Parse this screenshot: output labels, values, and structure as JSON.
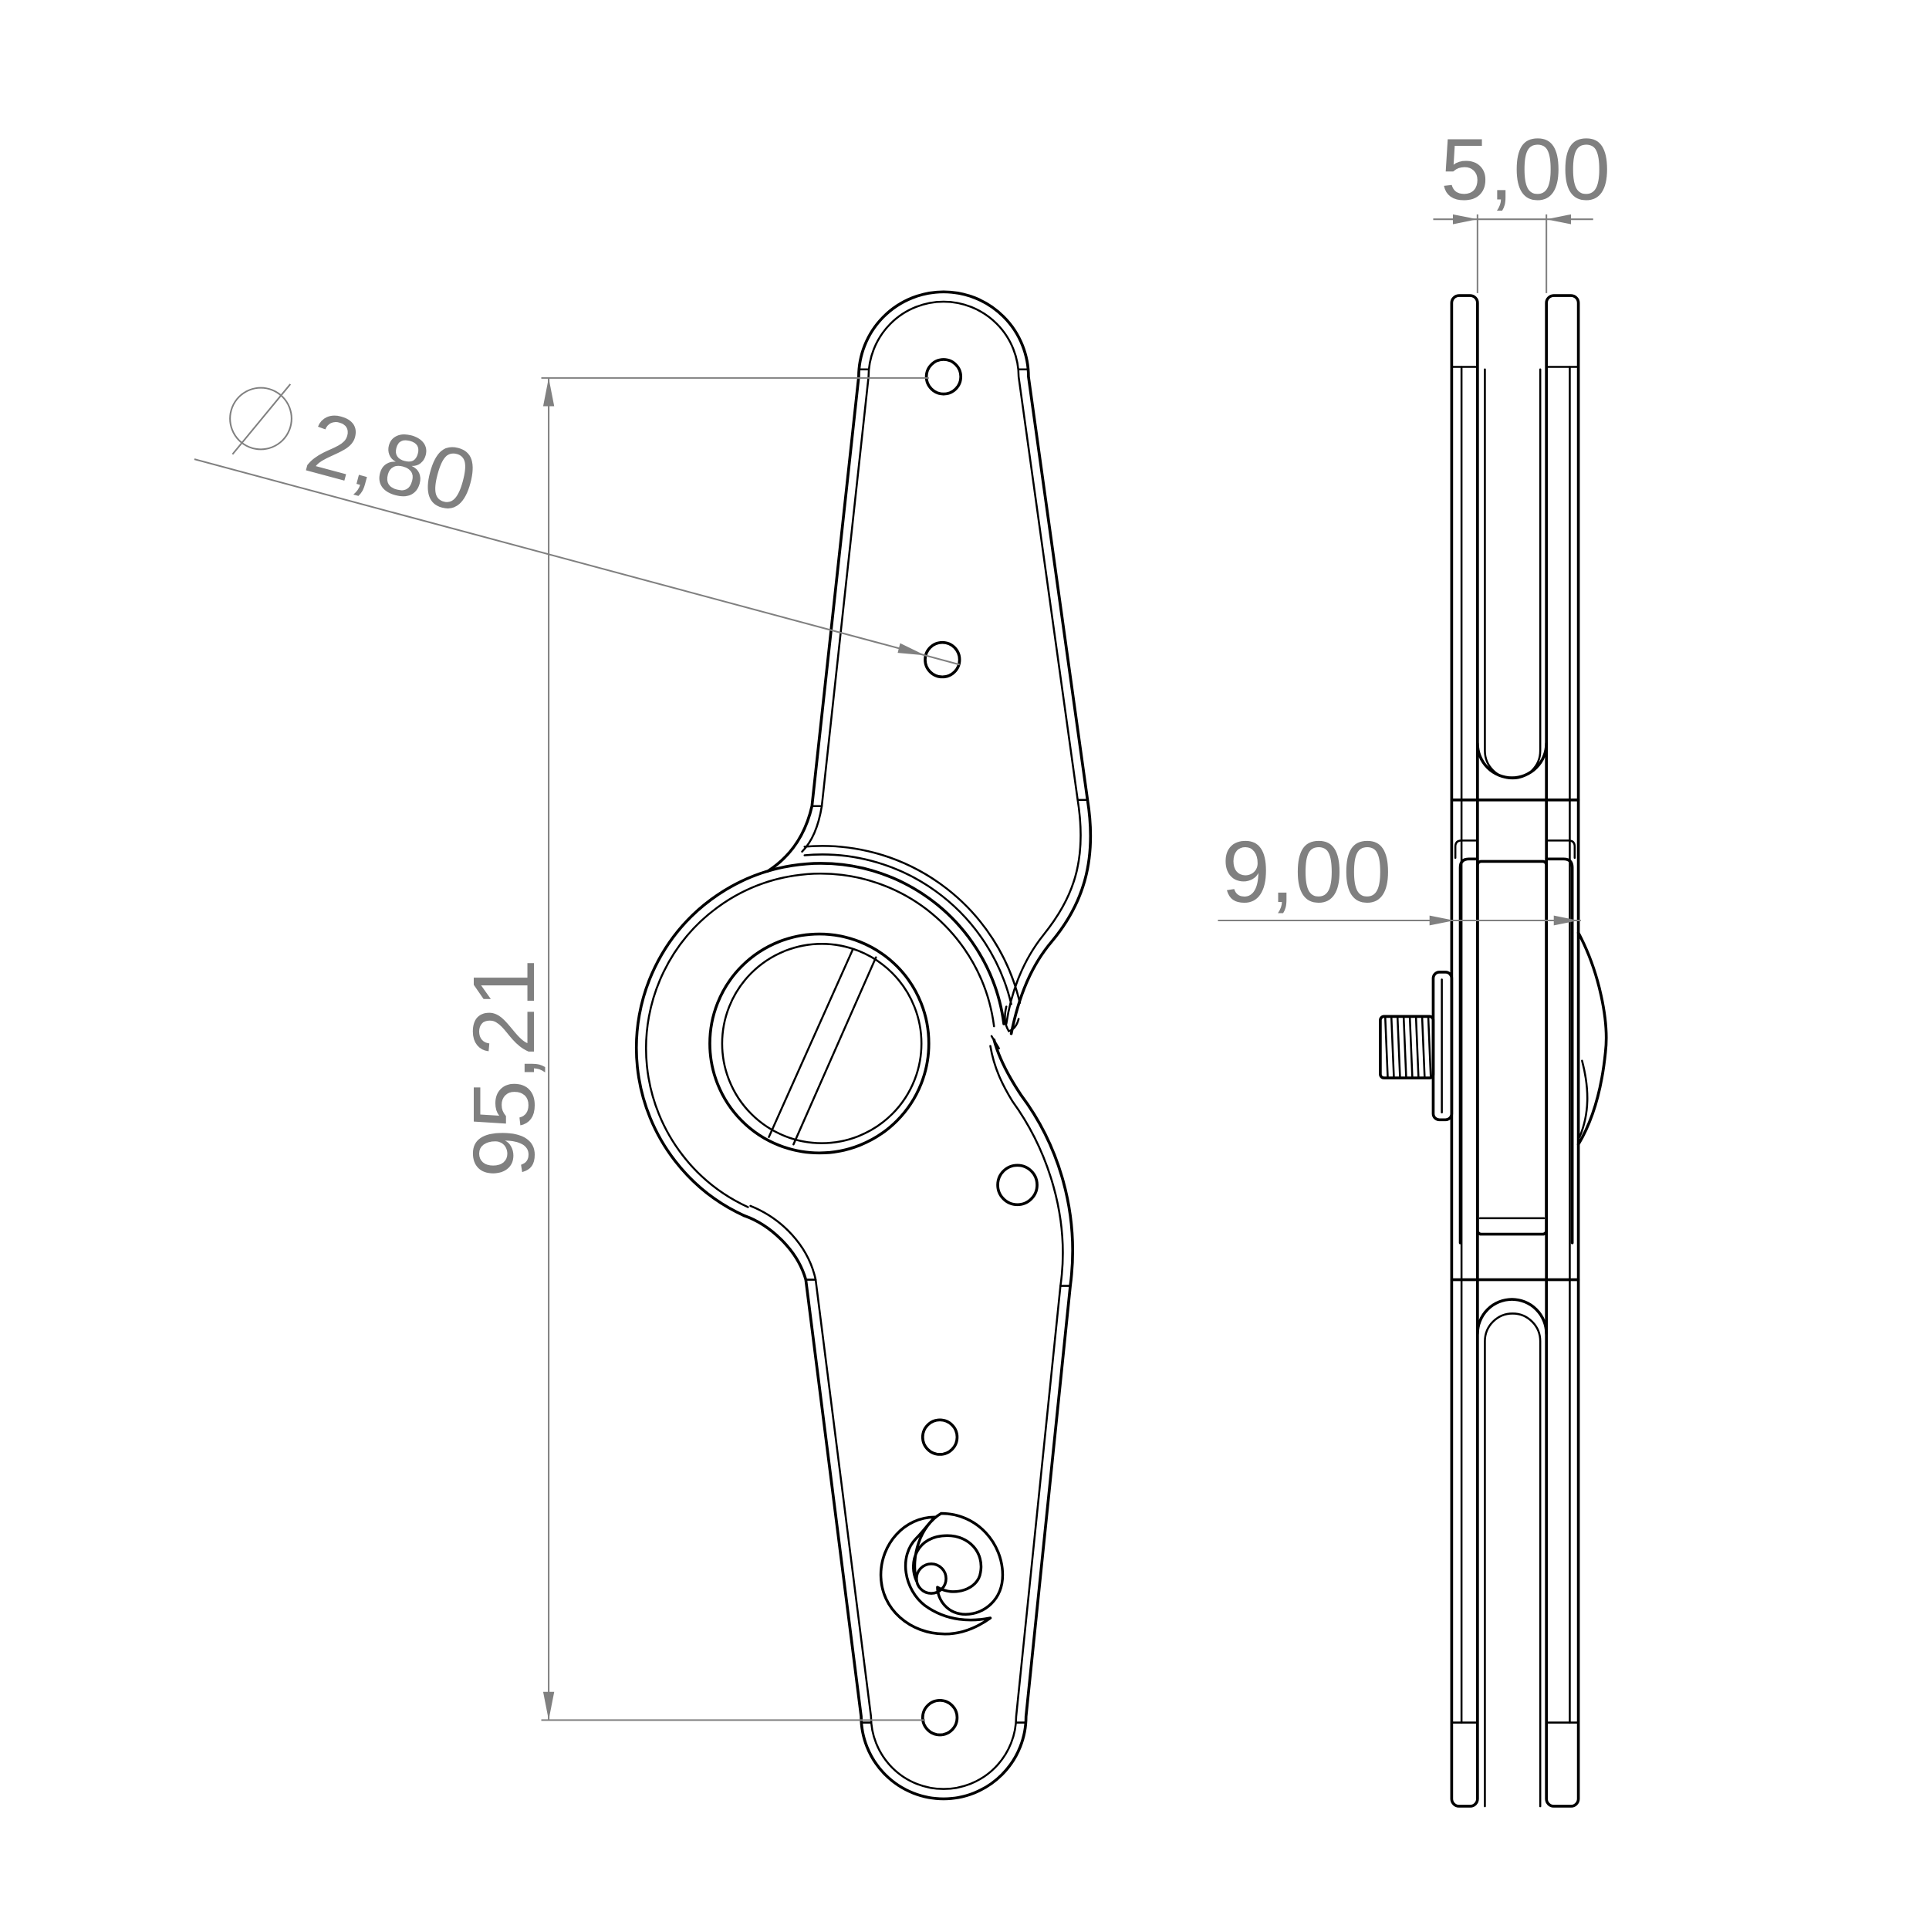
{
  "drawing": {
    "dimensions": {
      "overall_length": "95,21",
      "hole_diameter": "2,80",
      "slot_width": "5,00",
      "overall_thickness": "9,00"
    },
    "diameter_symbol_icon": "diameter-symbol-icon",
    "colors": {
      "part_line": "#000000",
      "dimension": "#808080",
      "background": "#ffffff"
    }
  }
}
